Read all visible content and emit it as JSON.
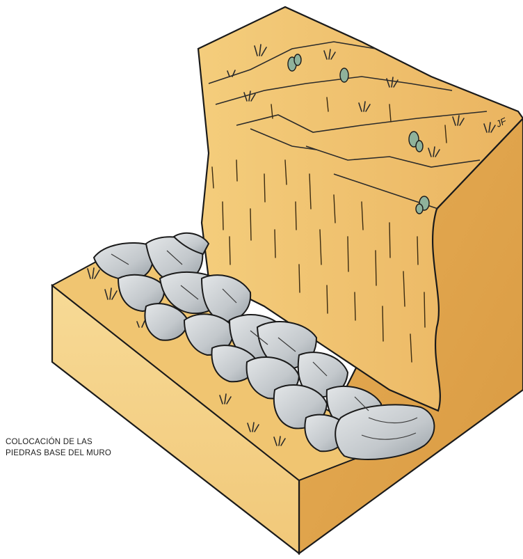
{
  "caption": {
    "line1": "COLOCACIÓN DE LAS",
    "line2": "PIEDRAS BASE DEL MURO"
  },
  "signature": "JF",
  "colors": {
    "soil_light": "#f2c671",
    "soil_mid": "#e9b45e",
    "soil_front": "#f6d58f",
    "soil_side": "#e2a750",
    "stone": "#c9cdd1",
    "stone_shade": "#9aa0a6",
    "outline": "#1a1a1a",
    "plant": "#2a2a2a",
    "cactus": "#7aa08a"
  }
}
